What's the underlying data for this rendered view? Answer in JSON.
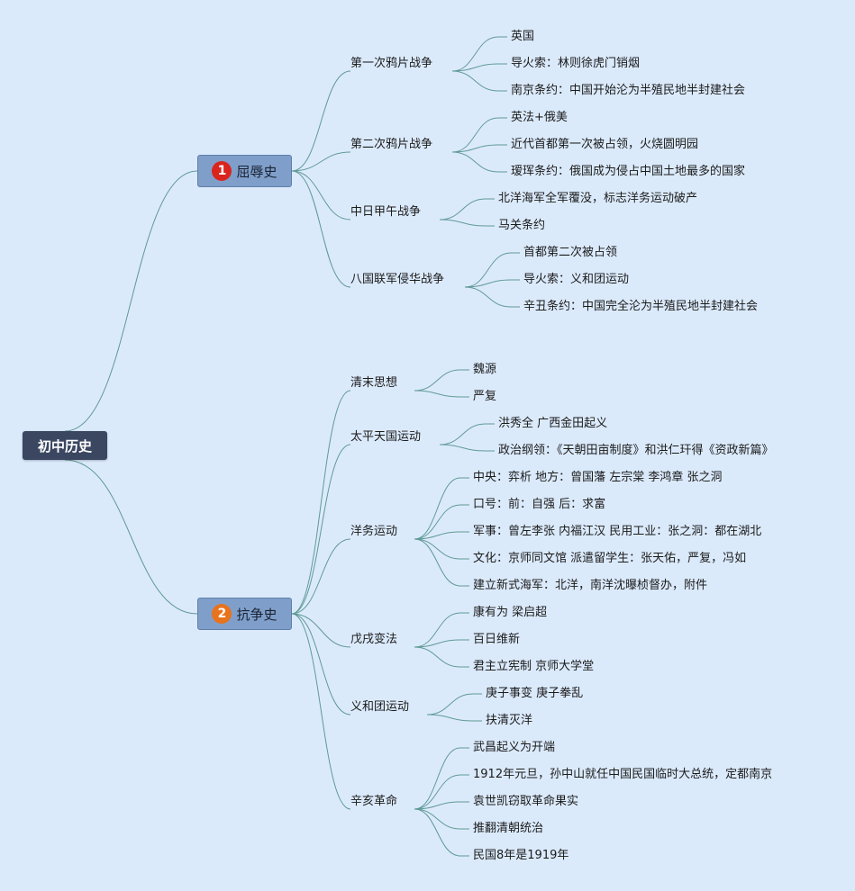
{
  "root": {
    "label": "初中历史"
  },
  "main": [
    {
      "label": "屈辱史",
      "badge": "1",
      "badge_color": "#d9251d",
      "topics": [
        {
          "label": "第一次鸦片战争",
          "leaves": [
            "英国",
            "导火索：林则徐虎门销烟",
            "南京条约：中国开始沦为半殖民地半封建社会"
          ]
        },
        {
          "label": "第二次鸦片战争",
          "leaves": [
            "英法+俄美",
            "近代首都第一次被占领，火烧圆明园",
            "瑷珲条约：俄国成为侵占中国土地最多的国家"
          ]
        },
        {
          "label": "中日甲午战争",
          "leaves": [
            "北洋海军全军覆没，标志洋务运动破产",
            "马关条约"
          ]
        },
        {
          "label": "八国联军侵华战争",
          "leaves": [
            "首都第二次被占领",
            "导火索：义和团运动",
            "辛丑条约：中国完全沦为半殖民地半封建社会"
          ]
        }
      ]
    },
    {
      "label": "抗争史",
      "badge": "2",
      "badge_color": "#e8731d",
      "topics": [
        {
          "label": "清末思想",
          "leaves": [
            "魏源",
            "严复"
          ]
        },
        {
          "label": "太平天国运动",
          "leaves": [
            "洪秀全 广西金田起义",
            "政治纲领：《天朝田亩制度》和洪仁玕得《资政新篇》"
          ]
        },
        {
          "label": "洋务运动",
          "leaves": [
            "中央：弈析 地方：曾国藩 左宗棠 李鸿章 张之洞",
            "口号：前：自强 后：求富",
            "军事：曾左李张 内福江汉 民用工业：张之洞：都在湖北",
            "文化：京师同文馆 派遣留学生：张天佑，严复，冯如",
            "建立新式海军：北洋，南洋沈曝桢督办，附件"
          ]
        },
        {
          "label": "戊戌变法",
          "leaves": [
            "康有为 梁启超",
            "百日维新",
            "君主立宪制 京师大学堂"
          ]
        },
        {
          "label": "义和团运动",
          "leaves": [
            "庚子事变 庚子拳乱",
            "扶清灭洋"
          ]
        },
        {
          "label": "辛亥革命",
          "leaves": [
            "武昌起义为开端",
            "1912年元旦，孙中山就任中国民国临时大总统，定都南京",
            "袁世凯窃取革命果实",
            "推翻清朝统治",
            "民国8年是1919年"
          ]
        }
      ]
    }
  ],
  "colors": {
    "line": "#5f9a96",
    "background": "#dbeafb"
  }
}
